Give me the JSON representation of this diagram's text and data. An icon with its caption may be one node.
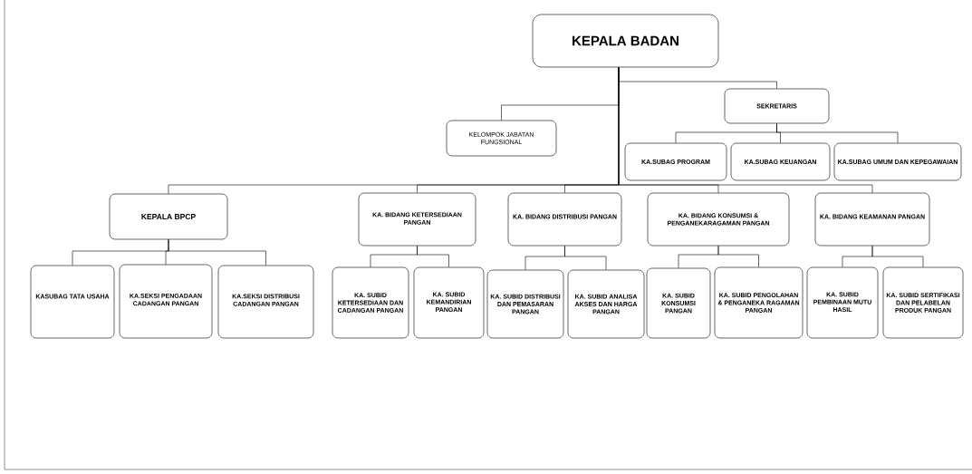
{
  "diagram": {
    "nodes": [
      {
        "text": [
          "KEPALA BADAN"
        ]
      },
      {
        "text": [
          "KELOMPOK JABATAN FUNGSIONAL"
        ]
      },
      {
        "text": [
          "SEKRETARIS"
        ]
      },
      {
        "text": [
          "KA.SUBAG PROGRAM"
        ]
      },
      {
        "text": [
          "KA.SUBAG KEUANGAN"
        ]
      },
      {
        "text": [
          "KA.SUBAG UMUM DAN KEPEGAWAIAN"
        ]
      },
      {
        "text": [
          "KEPALA BPCP"
        ]
      },
      {
        "text": [
          "KA. BIDANG KETERSEDIAAN PANGAN"
        ]
      },
      {
        "text": [
          "KA. BIDANG DISTRIBUSI PANGAN"
        ]
      },
      {
        "text": [
          "KA. BIDANG KONSUMSI & PENGANEKARAGAMAN PANGAN"
        ]
      },
      {
        "text": [
          "KA. BIDANG KEAMANAN PANGAN"
        ]
      },
      {
        "text": [
          "KASUBAG TATA USAHA"
        ]
      },
      {
        "text": [
          "KA.SEKSI PENGADAAN CADANGAN PANGAN"
        ]
      },
      {
        "text": [
          "KA.SEKSI DISTRIBUSI CADANGAN PANGAN"
        ]
      },
      {
        "text": [
          "KA. SUBID KETERSEDIAAN DAN CADANGAN PANGAN"
        ]
      },
      {
        "text": [
          "KA. SUBID KEMANDIRIAN PANGAN"
        ]
      },
      {
        "text": [
          "KA. SUBID DISTRIBUSI DAN PEMASARAN PANGAN"
        ]
      },
      {
        "text": [
          "KA. SUBID ANALISA AKSES DAN HARGA PANGAN"
        ]
      },
      {
        "text": [
          "KA. SUBID KONSUMSI PANGAN"
        ]
      },
      {
        "text": [
          "KA. SUBID PENGOLAHAN & PENGANEKA RAGAMAN PANGAN"
        ]
      },
      {
        "text": [
          "KA. SUBID PEMBINAAN MUTU HASIL"
        ]
      },
      {
        "text": [
          "KA. SUBID SERTIFIKASI DAN PELABELAN PRODUK PANGAN"
        ]
      }
    ],
    "edges": [
      {
        "from": 0,
        "to": 1,
        "arrow": "none"
      },
      {
        "from": 0,
        "to": 2,
        "arrow": "none"
      },
      {
        "from": 2,
        "to": 3,
        "arrow": "none"
      },
      {
        "from": 2,
        "to": 4,
        "arrow": "none"
      },
      {
        "from": 2,
        "to": 5,
        "arrow": "none"
      },
      {
        "from": 0,
        "to": 6,
        "arrow": "none"
      },
      {
        "from": 0,
        "to": 7,
        "arrow": "none"
      },
      {
        "from": 0,
        "to": 8,
        "arrow": "none"
      },
      {
        "from": 0,
        "to": 9,
        "arrow": "none"
      },
      {
        "from": 0,
        "to": 10,
        "arrow": "none"
      },
      {
        "from": 6,
        "to": 11,
        "arrow": "none"
      },
      {
        "from": 6,
        "to": 12,
        "arrow": "none"
      },
      {
        "from": 6,
        "to": 13,
        "arrow": "none"
      },
      {
        "from": 7,
        "to": 14,
        "arrow": "none"
      },
      {
        "from": 7,
        "to": 15,
        "arrow": "none"
      },
      {
        "from": 8,
        "to": 16,
        "arrow": "none"
      },
      {
        "from": 8,
        "to": 17,
        "arrow": "none"
      },
      {
        "from": 9,
        "to": 18,
        "arrow": "none"
      },
      {
        "from": 9,
        "to": 19,
        "arrow": "none"
      },
      {
        "from": 10,
        "to": 20,
        "arrow": "none"
      },
      {
        "from": 10,
        "to": 21,
        "arrow": "none"
      }
    ]
  }
}
